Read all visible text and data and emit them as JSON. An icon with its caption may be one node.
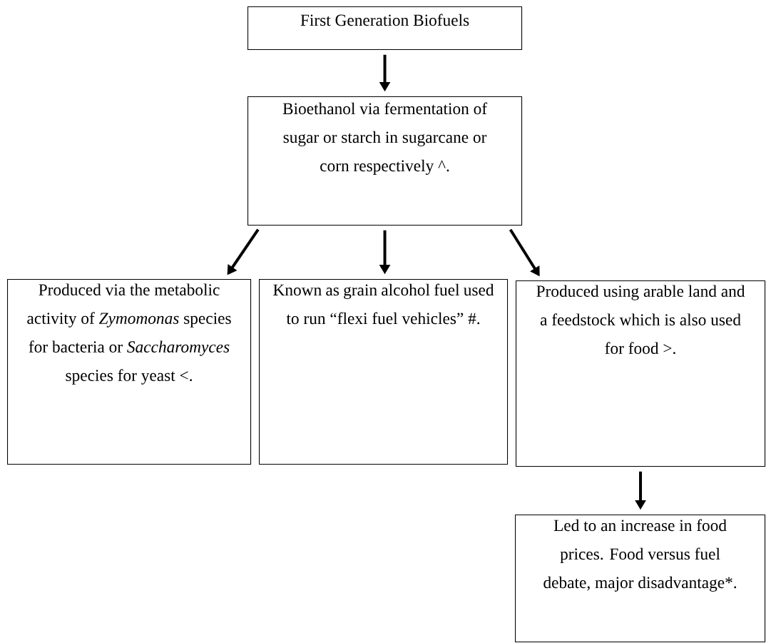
{
  "diagram": {
    "nodes": [
      {
        "text": [
          "First Generation Biofuels"
        ]
      },
      {
        "text": [
          "Bioethanol via fermentation of sugar or starch in sugarcane or corn respectively ^."
        ]
      },
      {
        "text": [
          "Produced via the metabolic activity of *Zymomonas* species for bacteria or *Saccharomyces* species for yeast <."
        ]
      },
      {
        "text": [
          "Known as grain alcohol fuel used to run “flexi fuel vehicles” #."
        ]
      },
      {
        "text": [
          "Produced using arable land and a feedstock which is also used for food >."
        ]
      },
      {
        "text": [
          "Led to an increase in food prices. Food versus fuel debate, major disadvantage*."
        ]
      }
    ],
    "edges": [
      {
        "from": 0,
        "to": 1,
        "arrow": "to"
      },
      {
        "from": 1,
        "to": 2,
        "arrow": "to"
      },
      {
        "from": 1,
        "to": 3,
        "arrow": "to"
      },
      {
        "from": 1,
        "to": 4,
        "arrow": "to"
      },
      {
        "from": 4,
        "to": 5,
        "arrow": "to"
      }
    ]
  }
}
